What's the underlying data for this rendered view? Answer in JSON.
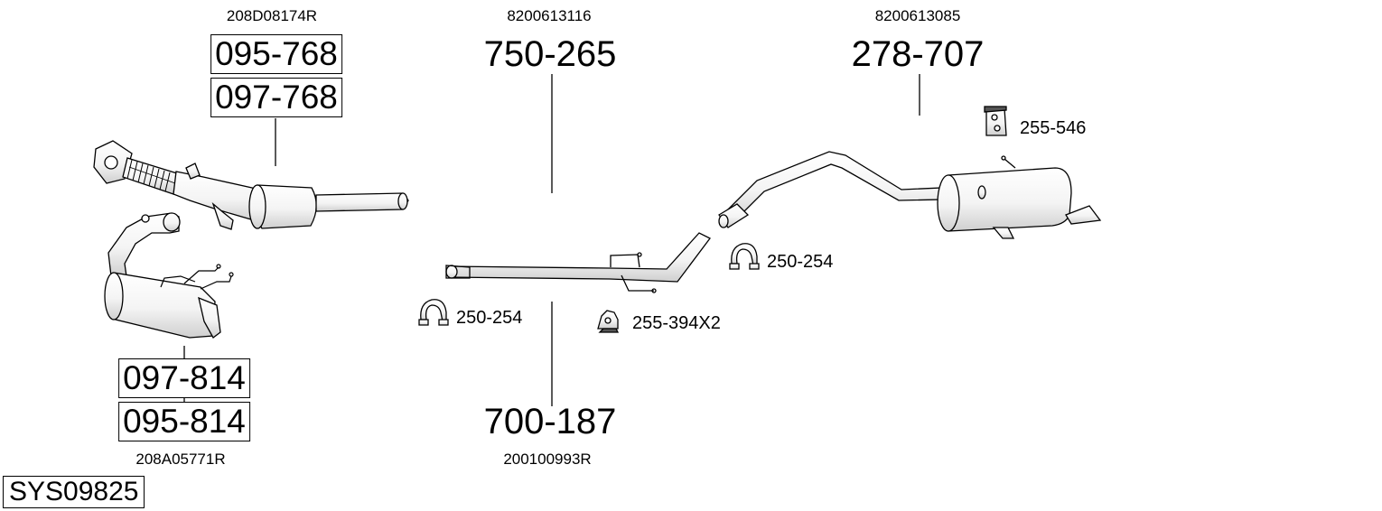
{
  "diagram": {
    "system_code": "SYS09825",
    "groups": [
      {
        "name": "catalyst-group",
        "oe_number_top": "208D08174R",
        "oe_number_bottom": "208A05771R",
        "upper_parts": [
          "095-768",
          "097-768"
        ],
        "lower_parts": [
          "097-814",
          "095-814"
        ]
      },
      {
        "name": "middle-pipe-group",
        "oe_number_top": "8200613116",
        "part_number_top": "750-265",
        "oe_number_bottom": "200100993R",
        "part_number_bottom": "700-187"
      },
      {
        "name": "rear-silencer-group",
        "oe_number_top": "8200613085",
        "part_number_top": "278-707"
      }
    ],
    "accessories": [
      {
        "ref": "250-254",
        "icon": "clamp-icon"
      },
      {
        "ref": "255-394X2",
        "icon": "rubber-hanger-icon"
      },
      {
        "ref": "250-254",
        "icon": "clamp-icon"
      },
      {
        "ref": "255-546",
        "icon": "rubber-mount-icon"
      }
    ],
    "line_color": "#000000",
    "fill_color": "#ffffff",
    "shade_color": "#dcdcdc"
  }
}
